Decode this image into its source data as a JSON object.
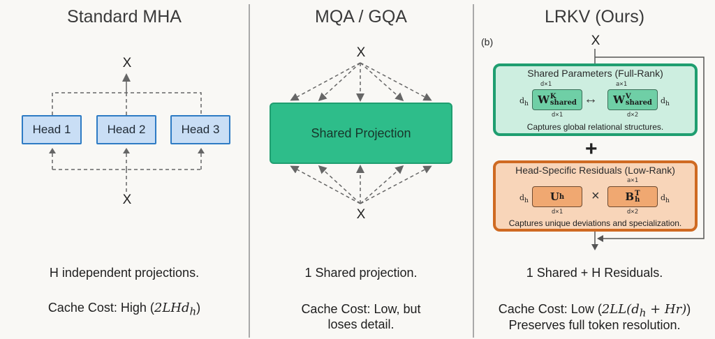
{
  "columns": [
    {
      "title": "Standard MHA",
      "input_label": "X",
      "output_label": "X",
      "heads": [
        "Head 1",
        "Head 2",
        "Head 3"
      ],
      "caption": "H independent projections.",
      "cost_prefix": "Cache Cost: High (",
      "cost_math": "2LHd",
      "cost_sub": "h",
      "cost_suffix": ")"
    },
    {
      "title": "MQA / GQA",
      "input_label": "X",
      "output_label": "X",
      "block_label": "Shared Projection",
      "caption": "1 Shared projection.",
      "cost_line1": "Cache Cost: Low, but",
      "cost_line2": "loses detail."
    },
    {
      "title": "LRKV (Ours)",
      "panel_tag": "(b)",
      "input_label": "X",
      "shared": {
        "title": "Shared Parameters (Full-Rank)",
        "left_matrix": {
          "base": "W",
          "sup": "K",
          "sub": "shared",
          "top_dim": "d×1",
          "bottom_dim": "d×1",
          "side": "dh"
        },
        "right_matrix": {
          "base": "W",
          "sup": "V",
          "sub": "shared",
          "top_dim": "a×1",
          "bottom_dim": "d×2",
          "side": "dh"
        },
        "connector": "↔",
        "description": "Captures global relational structures."
      },
      "combine_symbol": "+",
      "residual": {
        "title": "Head-Specific Residuals (Low-Rank)",
        "left_matrix": {
          "base": "U",
          "sub": "h",
          "bottom_dim": "d×1",
          "side": "dh"
        },
        "right_matrix": {
          "base": "B",
          "sup": "T",
          "sub": "h",
          "top_dim": "a×1",
          "bottom_dim": "d×2",
          "side": "dh"
        },
        "operator": "×",
        "description": "Captures unique deviations and specialization."
      },
      "caption": "1 Shared + H Residuals.",
      "cost_prefix": "Cache Cost: Low (",
      "cost_math_a": "2LL(d",
      "cost_sub": "h",
      "cost_math_b": " + Hr)",
      "cost_suffix": ")",
      "cost_line2": "Preserves full token resolution."
    }
  ],
  "colors": {
    "head_fill": "#c9def5",
    "head_border": "#2e7bc4",
    "shared_green": "#2ebd8a",
    "panel_green": "#cdeee0",
    "panel_orange": "#f8d5b9",
    "orange_border": "#cf6a22",
    "arrow_gray": "#666666"
  }
}
